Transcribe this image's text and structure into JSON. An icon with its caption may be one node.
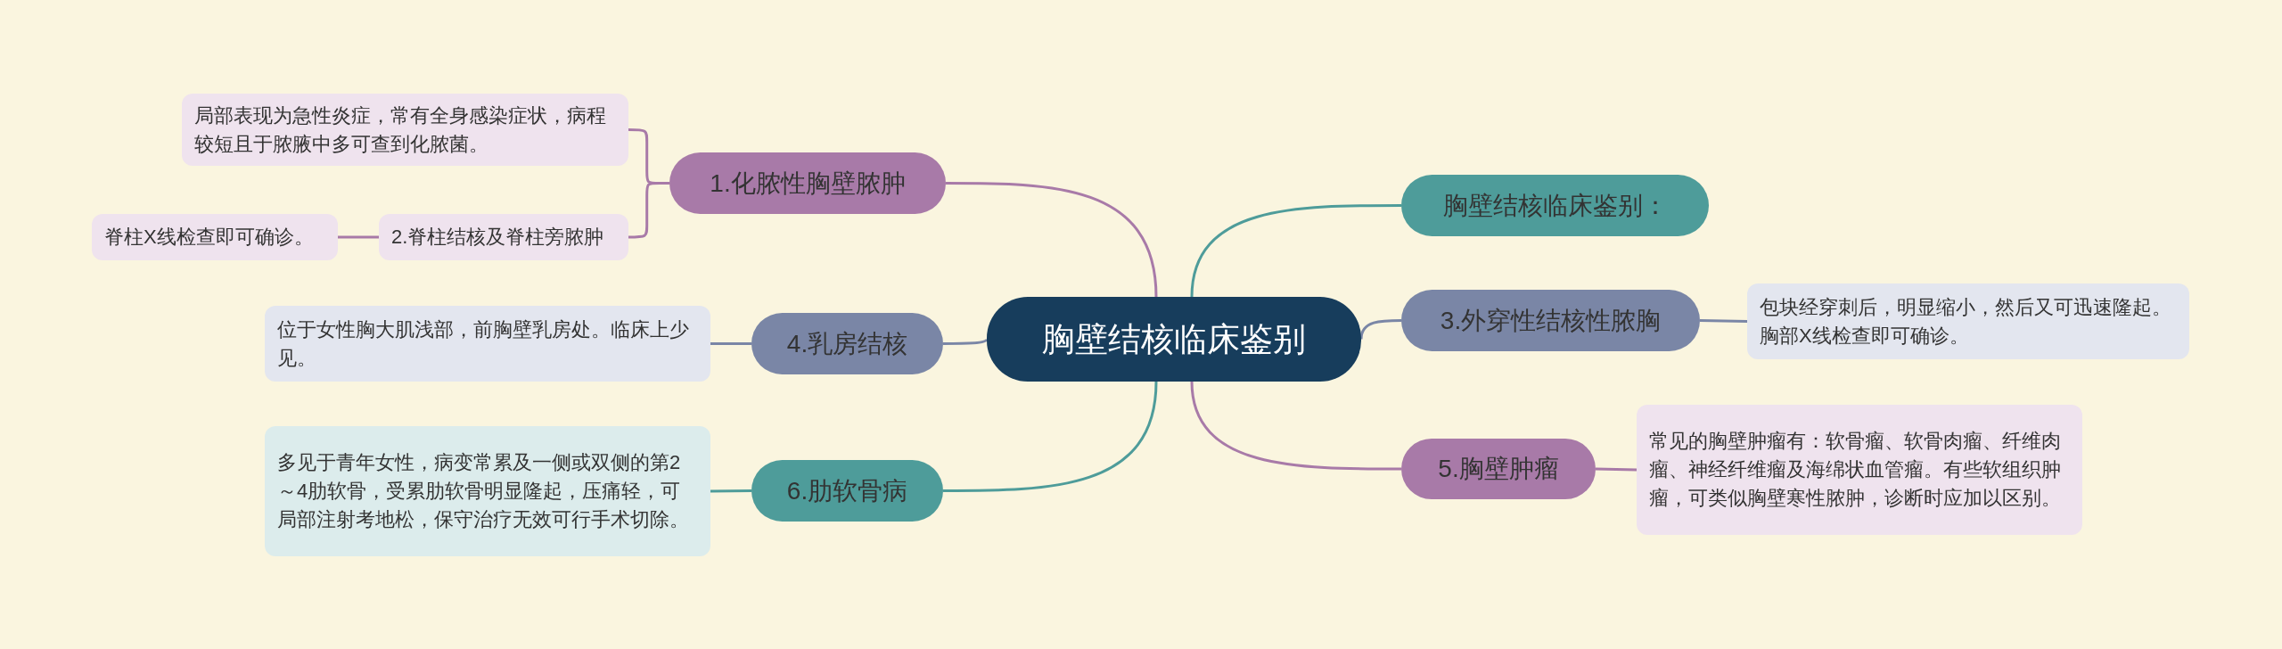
{
  "diagram": {
    "nodes": [
      {
        "text": [
          "胸壁结核临床鉴别"
        ]
      },
      {
        "text": [
          "1.化脓性胸壁脓肿"
        ]
      },
      {
        "text": [
          "局部表现为急性炎症，常有全身感染症状，病程较短且于脓腋中多可查到化脓菌。"
        ]
      },
      {
        "text": [
          "2.脊柱结核及脊柱旁脓肿"
        ]
      },
      {
        "text": [
          "脊柱X线检查即可确诊。"
        ]
      },
      {
        "text": [
          "胸壁结核临床鉴别："
        ]
      },
      {
        "text": [
          "3.外穿性结核性脓胸"
        ]
      },
      {
        "text": [
          "包块经穿刺后，明显缩小，然后又可迅速隆起。胸部X线检查即可确诊。"
        ]
      },
      {
        "text": [
          "4.乳房结核"
        ]
      },
      {
        "text": [
          "位于女性胸大肌浅部，前胸壁乳房处。临床上少见。"
        ]
      },
      {
        "text": [
          "5.胸壁肿瘤"
        ]
      },
      {
        "text": [
          "常见的胸壁肿瘤有：软骨瘤、软骨肉瘤、纤维肉瘤、神经纤维瘤及海绵状血管瘤。有些软组织肿瘤，可类似胸壁寒性脓肿，诊断时应加以区别。"
        ]
      },
      {
        "text": [
          "6.肋软骨病"
        ]
      },
      {
        "text": [
          "多见于青年女性，病变常累及一侧或双侧的第2～4肋软骨，受累肋软骨明显隆起，压痛轻，可局部注射考地松，保守治疗无效可行手术切除。"
        ]
      }
    ],
    "edges": [
      {
        "from": 0,
        "to": 1,
        "arrow": "none"
      },
      {
        "from": 1,
        "to": 2,
        "arrow": "none"
      },
      {
        "from": 1,
        "to": 3,
        "arrow": "none"
      },
      {
        "from": 3,
        "to": 4,
        "arrow": "none"
      },
      {
        "from": 0,
        "to": 5,
        "arrow": "none",
        "color": "#4e9c9a"
      },
      {
        "from": 0,
        "to": 6,
        "arrow": "none",
        "color": "#7a86a6"
      },
      {
        "from": 6,
        "to": 7,
        "arrow": "none",
        "color": "#7a86a6"
      },
      {
        "from": 0,
        "to": 8,
        "arrow": "none",
        "color": "#7a86a6"
      },
      {
        "from": 8,
        "to": 9,
        "arrow": "none",
        "color": "#7a86a6"
      },
      {
        "from": 0,
        "to": 10,
        "arrow": "none"
      },
      {
        "from": 10,
        "to": 11,
        "arrow": "none"
      },
      {
        "from": 0,
        "to": 12,
        "arrow": "none",
        "color": "#4e9c9a"
      },
      {
        "from": 12,
        "to": 13,
        "arrow": "none",
        "color": "#4e9c9a"
      }
    ]
  }
}
